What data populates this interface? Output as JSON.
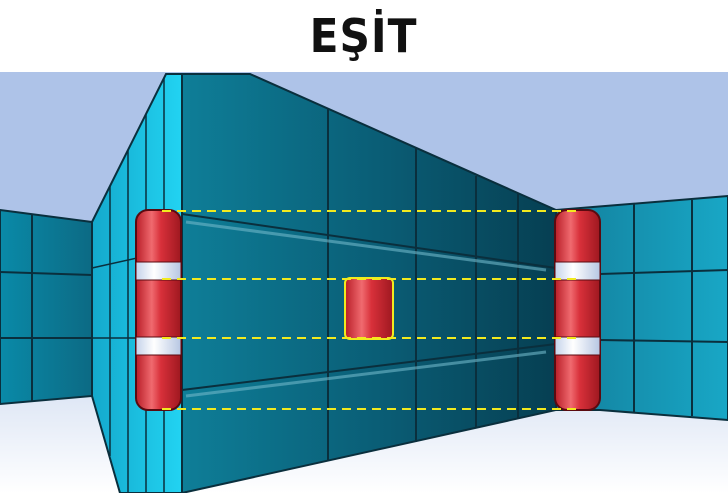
{
  "title": "EŞİT",
  "colors": {
    "sky": "#aec3e8",
    "floor": "#eef2f9",
    "wall_front": "#0d6f86",
    "wall_front_dark": "#07485e",
    "wall_side": "#1cc6e8",
    "wall_right": "#1597b4",
    "grid_line": "#0a2f3d",
    "cylinder_red": "#d42a33",
    "cylinder_band": "#dde7f6",
    "guide_line": "#f2ea1e"
  },
  "scene": {
    "description_icon": "perspective-illusion",
    "cylinders": [
      "left-tall-cylinder",
      "center-small-cylinder",
      "right-tall-cylinder"
    ]
  }
}
